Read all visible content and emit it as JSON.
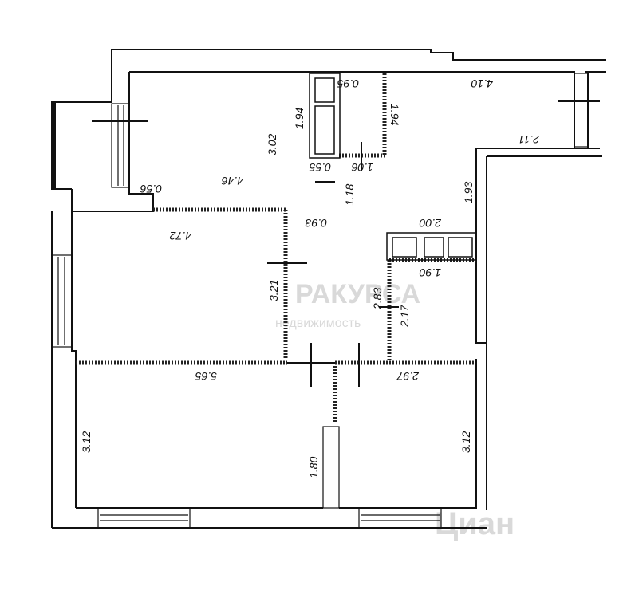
{
  "dimensions": [
    {
      "id": "dim-0-95",
      "text": "0.95",
      "rot": 180
    },
    {
      "id": "dim-4-10",
      "text": "4.10",
      "rot": 180
    },
    {
      "id": "dim-1-94-a",
      "text": "1.94",
      "rot": -90
    },
    {
      "id": "dim-3-02",
      "text": "3.02",
      "rot": -90
    },
    {
      "id": "dim-1-94-b",
      "text": "1.94",
      "rot": 90
    },
    {
      "id": "dim-2-11",
      "text": "2.11",
      "rot": 180
    },
    {
      "id": "dim-0-55",
      "text": "0.55",
      "rot": 180
    },
    {
      "id": "dim-1-06",
      "text": "1.06",
      "rot": 180
    },
    {
      "id": "dim-4-46",
      "text": "4.46",
      "rot": 180
    },
    {
      "id": "dim-0-56",
      "text": "0.56",
      "rot": 180
    },
    {
      "id": "dim-1-18",
      "text": "1.18",
      "rot": -90
    },
    {
      "id": "dim-1-93",
      "text": "1.93",
      "rot": -90
    },
    {
      "id": "dim-0-93",
      "text": "0.93",
      "rot": 180
    },
    {
      "id": "dim-2-00",
      "text": "2.00",
      "rot": 180
    },
    {
      "id": "dim-4-72",
      "text": "4.72",
      "rot": 180
    },
    {
      "id": "dim-1-90",
      "text": "1.90",
      "rot": 180
    },
    {
      "id": "dim-3-21",
      "text": "3.21",
      "rot": -90
    },
    {
      "id": "dim-2-83",
      "text": "2.83",
      "rot": -90
    },
    {
      "id": "dim-2-17",
      "text": "2.17",
      "rot": -90
    },
    {
      "id": "dim-5-65",
      "text": "5.65",
      "rot": 180
    },
    {
      "id": "dim-2-97",
      "text": "2.97",
      "rot": 180
    },
    {
      "id": "dim-3-12-a",
      "text": "3.12",
      "rot": -90
    },
    {
      "id": "dim-3-12-b",
      "text": "3.12",
      "rot": -90
    },
    {
      "id": "dim-1-80",
      "text": "1.80",
      "rot": -90
    }
  ],
  "watermark": {
    "center": "РАКУРСА",
    "center_sub": "недвижимость",
    "corner": "Циан"
  }
}
